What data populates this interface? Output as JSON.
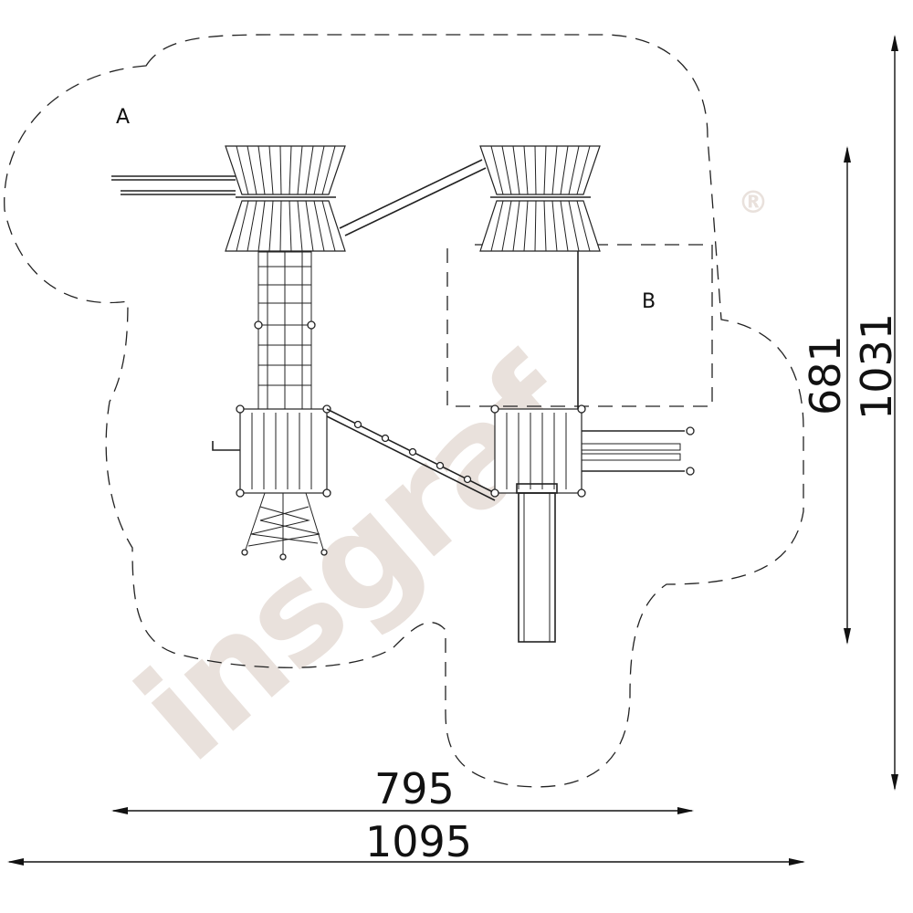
{
  "watermark": {
    "text": "insgraf",
    "registered": "®"
  },
  "zones": {
    "a_label": "A",
    "b_label": "B"
  },
  "dimensions": {
    "width_inner": "795",
    "width_outer": "1095",
    "height_inner": "681",
    "height_outer": "1031"
  }
}
